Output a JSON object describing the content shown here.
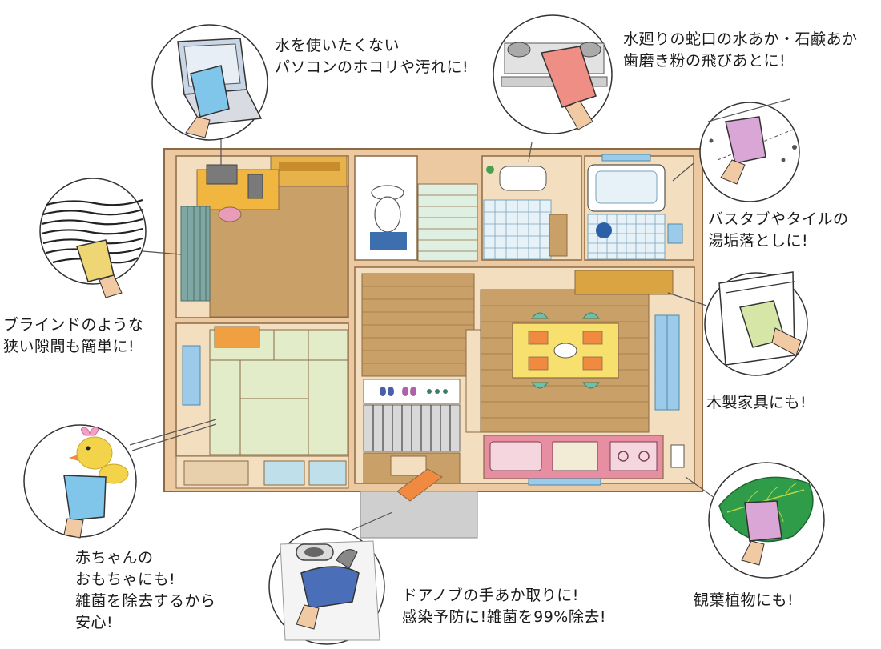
{
  "captions": {
    "pc": "水を使いたくない\nパソコンのホコリや汚れに!",
    "faucet": "水廻りの蛇口の水あか・石鹸あか\n歯磨き粉の飛びあとに!",
    "bath": "バスタブやタイルの\n湯垢落としに!",
    "blind": "ブラインドのような\n狭い隙間も簡単に!",
    "wood": "木製家具にも!",
    "toy": "赤ちゃんの\nおもちゃにも!\n雑菌を除去するから\n安心!",
    "door": "ドアノブの手あか取りに!\n感染予防に!雑菌を99%除去!",
    "plant": "観葉植物にも!"
  },
  "icons": {
    "pc": "laptop-cleaning-icon",
    "faucet": "faucet-cleaning-icon",
    "bath": "bathtub-cleaning-icon",
    "blind": "blind-cleaning-icon",
    "wood": "wood-furniture-cleaning-icon",
    "toy": "rubber-duck-toy-icon",
    "door": "door-knob-cleaning-icon",
    "plant": "houseplant-leaf-icon"
  },
  "colors": {
    "wall": "#ecc9a0",
    "floor_wood": "#c8a068",
    "tatami": "#e2ecc8",
    "tile": "#e6f2f8",
    "water": "#9ccbea",
    "table": "#f7e06e",
    "kitchen": "#e88ea2",
    "mitt_blue": "#7fc6ea",
    "mitt_pink": "#ef8e84",
    "mitt_purple": "#d9a6d6",
    "mitt_green": "#d6e6a6",
    "mitt_yellow": "#eed675",
    "leaf": "#2f9c4a"
  }
}
